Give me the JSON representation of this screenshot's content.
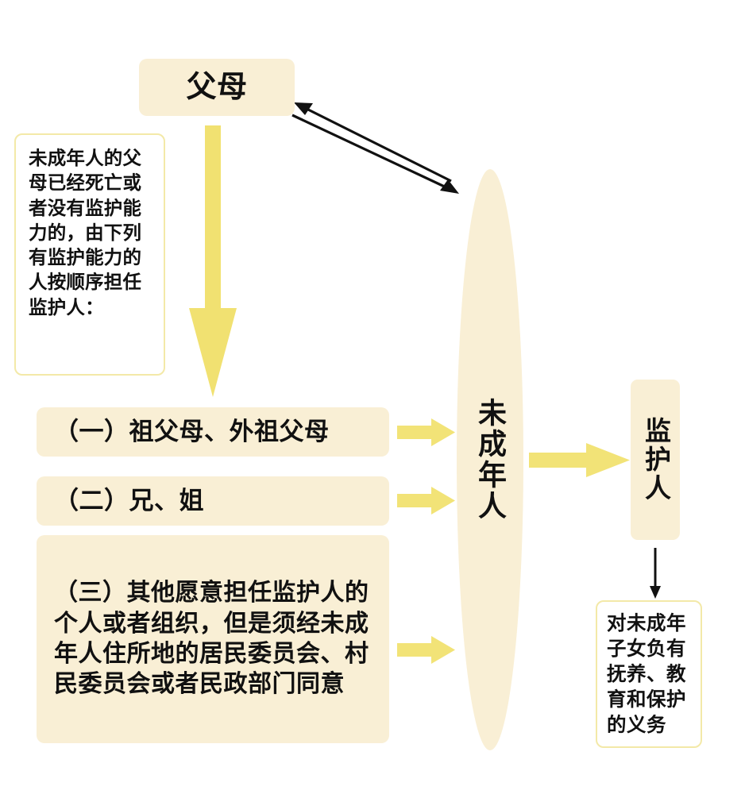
{
  "diagram": {
    "title_node": {
      "label": "父母"
    },
    "condition_note": {
      "text": "未成年人的父母已经死亡或者没有监护能力的，由下列有监护能力的人按顺序担任监护人："
    },
    "ordered_items": [
      {
        "index": "（一）",
        "label": "（一）祖父母、外祖父母"
      },
      {
        "index": "（二）",
        "label": "（二）兄、姐"
      },
      {
        "index": "（三）",
        "label": "（三）其他愿意担任监护人的个人或者组织，但是须经未成年人住所地的居民委员会、村民委员会或者民政部门同意"
      }
    ],
    "center_node": {
      "label": "未成年人"
    },
    "guardian_node": {
      "label": "监护人"
    },
    "duty_node": {
      "text": "对未成年子女负有抚养、教育和保护的义务"
    }
  },
  "connectors": [
    {
      "name": "parents-to-minor-bidirectional",
      "style": "double-black-arrow",
      "from": "父母",
      "to": "未成年人"
    },
    {
      "name": "parents-to-item1",
      "style": "thick-yellow-down-arrow",
      "from": "父母",
      "to": "（一）祖父母、外祖父母"
    },
    {
      "name": "item1-to-minor",
      "style": "yellow-right-arrow",
      "from": "（一）祖父母、外祖父母",
      "to": "未成年人"
    },
    {
      "name": "item2-to-minor",
      "style": "yellow-right-arrow",
      "from": "（二）兄、姐",
      "to": "未成年人"
    },
    {
      "name": "item3-to-minor",
      "style": "yellow-right-arrow",
      "from": "（三）其他愿意担任监护人的个人或者组织…",
      "to": "未成年人"
    },
    {
      "name": "minor-to-guardian",
      "style": "yellow-right-arrow",
      "from": "未成年人",
      "to": "监护人"
    },
    {
      "name": "guardian-to-duty",
      "style": "thin-black-down-arrow",
      "from": "监护人",
      "to": "对未成年子女负有抚养、教育和保护的义务"
    }
  ],
  "colors": {
    "box_fill": "#F9EFD5",
    "box_border": "#F3E9A8",
    "arrow_yellow": "#F2E377",
    "arrow_black": "#111111",
    "text": "#111111",
    "background": "#FFFFFF"
  }
}
